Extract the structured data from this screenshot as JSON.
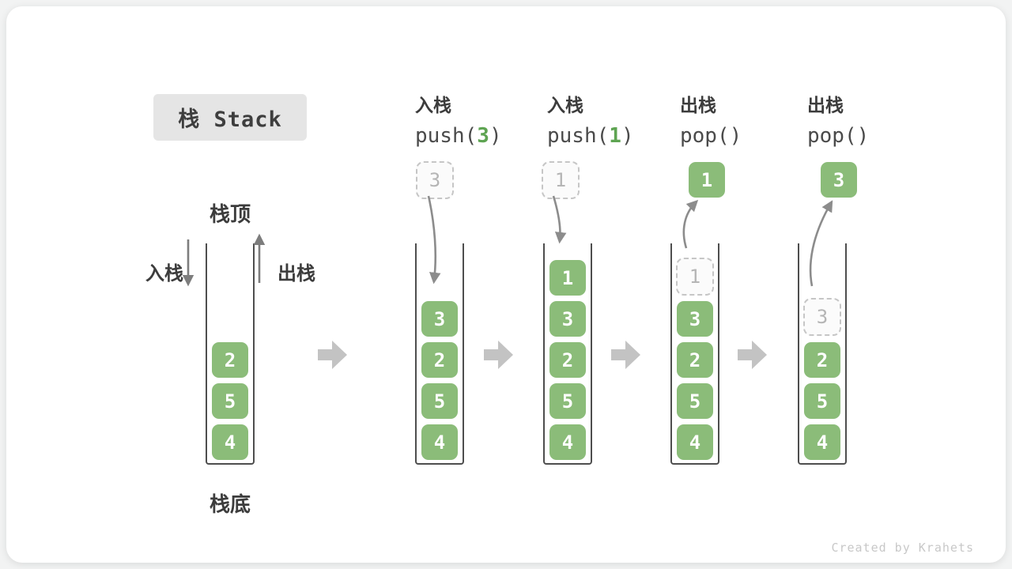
{
  "title": {
    "text": "栈 Stack"
  },
  "legend": {
    "top": "栈顶",
    "bottom": "栈底",
    "push_side": "入栈",
    "pop_side": "出栈"
  },
  "operations": [
    {
      "label_cn": "入栈",
      "code_pre": "push(",
      "code_arg": "3",
      "code_post": ")"
    },
    {
      "label_cn": "入栈",
      "code_pre": "push(",
      "code_arg": "1",
      "code_post": ")"
    },
    {
      "label_cn": "出栈",
      "code_pre": "pop(",
      "code_arg": "",
      "code_post": ")"
    },
    {
      "label_cn": "出栈",
      "code_pre": "pop(",
      "code_arg": "",
      "code_post": ")"
    }
  ],
  "stacks": [
    {
      "cells": [
        "2",
        "5",
        "4"
      ]
    },
    {
      "incoming": "3",
      "cells": [
        "3",
        "2",
        "5",
        "4"
      ]
    },
    {
      "incoming": "1",
      "cells": [
        "1",
        "3",
        "2",
        "5",
        "4"
      ]
    },
    {
      "outgoing": "1",
      "ghost": "1",
      "cells": [
        "3",
        "2",
        "5",
        "4"
      ]
    },
    {
      "outgoing": "3",
      "ghost": "3",
      "cells": [
        "2",
        "5",
        "4"
      ]
    }
  ],
  "colors": {
    "cell_green": "#8bbc79",
    "arg_green": "#5ea452",
    "block_arrow_gray": "#c3c3c3",
    "curve_arrow_gray": "#8c8c8c",
    "wall_gray": "#4e4e4e"
  },
  "watermark": "Created by Krahets"
}
